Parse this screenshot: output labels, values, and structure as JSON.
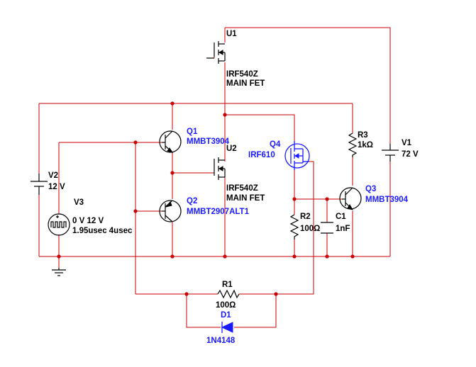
{
  "colors": {
    "wire": "#cc0000",
    "blue_part": "#1a1aff",
    "black_part": "#000000",
    "background": "#ffffff"
  },
  "components": {
    "u1": {
      "ref": "U1",
      "part": "IRF540Z",
      "desc": "MAIN FET"
    },
    "u2": {
      "ref": "U2",
      "part": "IRF540Z",
      "desc": "MAIN FET"
    },
    "q1": {
      "ref": "Q1",
      "part": "MMBT3904"
    },
    "q2": {
      "ref": "Q2",
      "part": "MMBT2907ALT1"
    },
    "q3": {
      "ref": "Q3",
      "part": "MMBT3904"
    },
    "q4": {
      "ref": "Q4",
      "part": "IRF610"
    },
    "r1": {
      "ref": "R1",
      "value": "100Ω"
    },
    "r2": {
      "ref": "R2",
      "value": "100Ω"
    },
    "r3": {
      "ref": "R3",
      "value": "1kΩ"
    },
    "c1": {
      "ref": "C1",
      "value": "1nF"
    },
    "d1": {
      "ref": "D1",
      "part": "1N4148"
    },
    "v1": {
      "ref": "V1",
      "value": "72 V"
    },
    "v2": {
      "ref": "V2",
      "value": "12 V"
    },
    "v3": {
      "ref": "V3",
      "line1": "0 V 12 V",
      "line2": "1.95usec 4usec"
    }
  }
}
